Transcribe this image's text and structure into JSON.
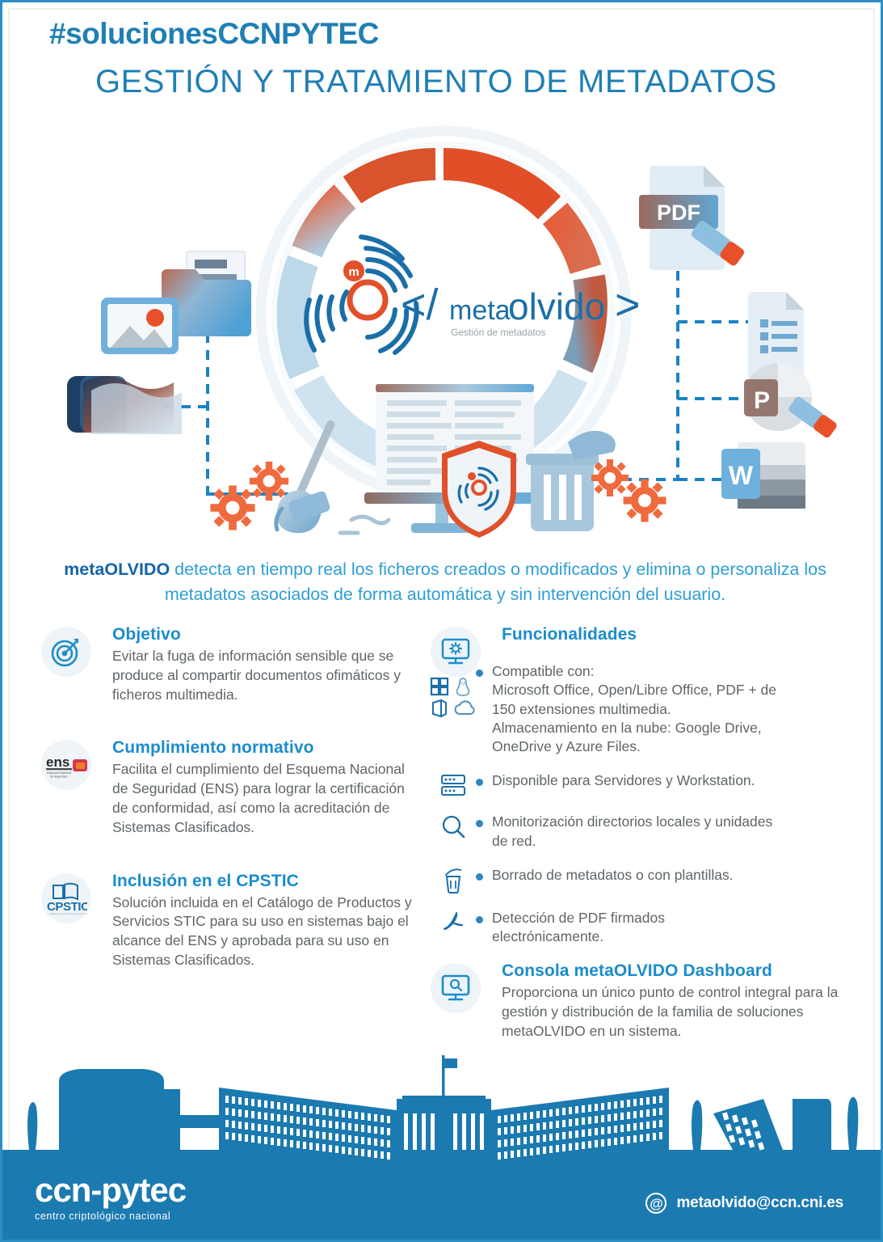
{
  "header": {
    "hashtag": "#solucionesCCNPYTEC",
    "title": "GESTIÓN Y TRATAMIENTO DE METADATOS"
  },
  "hero": {
    "logo_bracket_open": "</",
    "logo_meta": "meta",
    "logo_olvido": "olvido",
    "logo_bracket_close": ">",
    "logo_tagline": "Gestión de metadatos",
    "file_pdf_label": "PDF",
    "file_ppt_label": "P",
    "file_word_label": "W"
  },
  "lead": {
    "brand": "metaOLVIDO",
    "text": " detecta en tiempo real los ficheros creados o modificados y elimina o personaliza los metadatos asociados de forma automática y sin intervención del usuario."
  },
  "left_column": [
    {
      "icon": "target-icon",
      "title": "Objetivo",
      "body": "Evitar la fuga de información sensible que se produce al compartir documentos ofimáticos y ficheros multimedia."
    },
    {
      "icon": "ens-badge-icon",
      "title": "Cumplimiento normativo",
      "body": "Facilita el cumplimiento del Esquema Nacional de Seguridad (ENS) para lograr la certificación de conformidad, así como la acreditación de Sistemas Clasificados.",
      "badge_text": "ens",
      "badge_sub": "Esquema Nacional de Seguridad"
    },
    {
      "icon": "cpstic-badge-icon",
      "title": "Inclusión en el CPSTIC",
      "body": "Solución incluida en el Catálogo de Productos y Servicios STIC para su uso en sistemas bajo el alcance del ENS y aprobada para su uso en Sistemas Clasificados.",
      "badge_text": "CPSTIC"
    }
  ],
  "right_column": {
    "features_title": "Funcionalidades",
    "features_icon": "monitor-gear-icon",
    "features": [
      {
        "icon": "platform-icons",
        "bullet": true,
        "lines": [
          "Compatible con:",
          "Microsoft Office, Open/Libre Office, PDF + de",
          "150 extensiones multimedia.",
          "Almacenamiento en la nube: Google Drive,",
          "OneDrive y Azure Files."
        ]
      },
      {
        "icon": "server-icon",
        "bullet": true,
        "lines": [
          "Disponible para Servidores y Workstation."
        ]
      },
      {
        "icon": "magnifier-icon",
        "bullet": true,
        "lines": [
          "Monitorización directorios locales y unidades",
          "de red."
        ]
      },
      {
        "icon": "trash-icon",
        "bullet": true,
        "lines": [
          "Borrado de metadatos o con plantillas."
        ]
      },
      {
        "icon": "acrobat-icon",
        "bullet": true,
        "lines": [
          "Detección de PDF firmados",
          "electrónicamente."
        ]
      }
    ],
    "console": {
      "icon": "dashboard-monitor-icon",
      "title": "Consola metaOLVIDO Dashboard",
      "body": "Proporciona un único punto de control integral para la gestión y distribución de la familia de soluciones metaOLVIDO en un sistema."
    }
  },
  "footer": {
    "logo_wordmark": "ccn-pytec",
    "logo_tagline": "centro criptológico nacional",
    "email": "metaolvido@ccn.cni.es",
    "at_symbol": "@"
  },
  "colors": {
    "brand_blue": "#1b7ab0",
    "heading_blue": "#1b8ccc",
    "lead_blue": "#2e9fd4",
    "body_grey": "#5f6569",
    "accent_orange": "#e8502a",
    "border_blue": "#2d8ec4"
  }
}
